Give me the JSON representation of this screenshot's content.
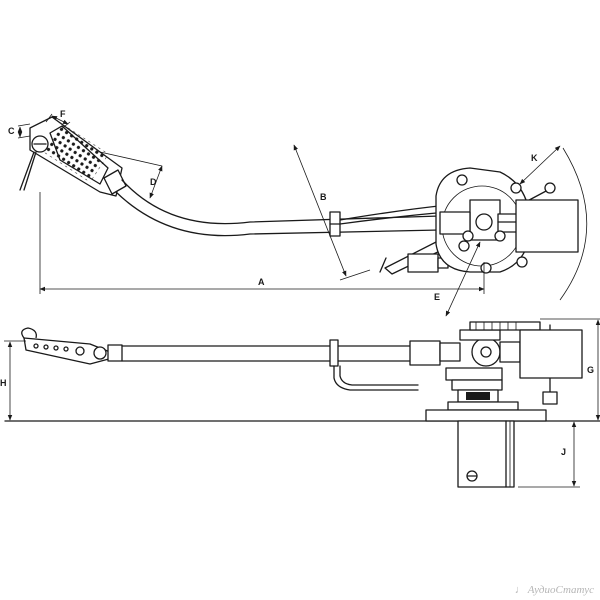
{
  "labels": {
    "A": "A",
    "B": "B",
    "C": "C",
    "D": "D",
    "E": "E",
    "F": "F",
    "G": "G",
    "H": "H",
    "J": "J",
    "K": "K"
  },
  "watermark": "АудиоСтатус",
  "colors": {
    "ink": "#1a1a1a",
    "background": "#ffffff",
    "watermark": "#b5b5b5"
  }
}
